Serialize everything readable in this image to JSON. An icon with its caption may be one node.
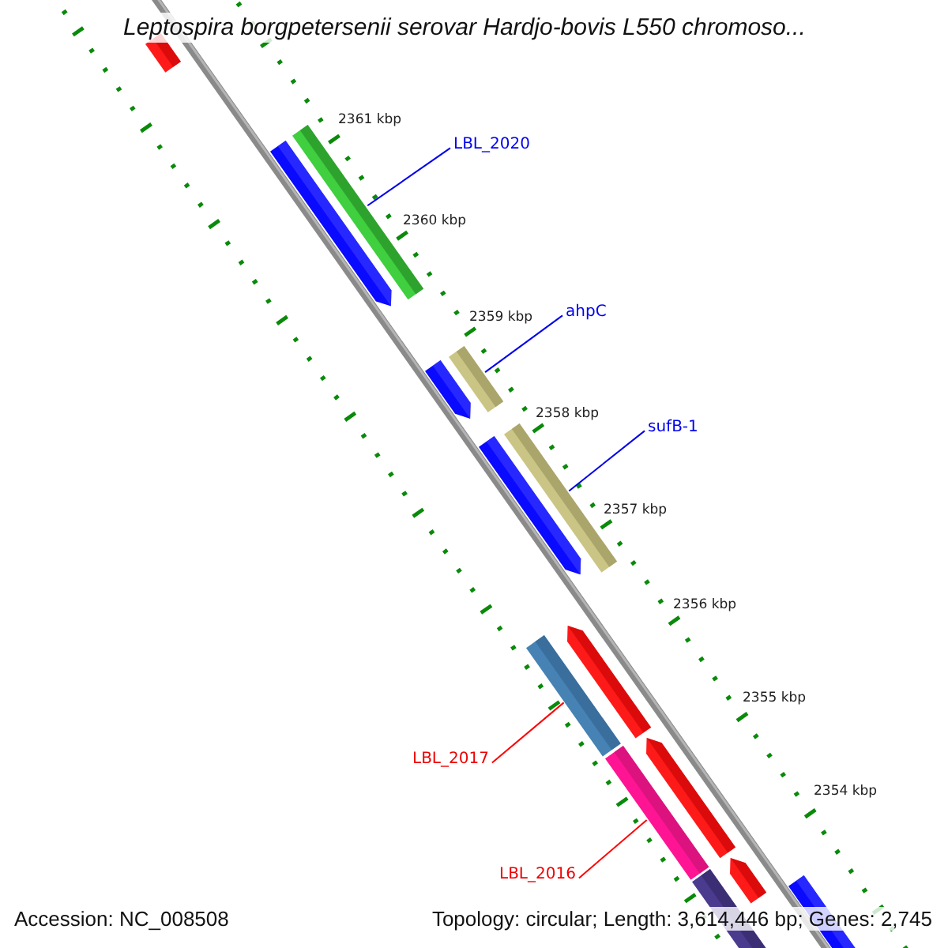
{
  "diagram": {
    "title": "Leptospira borgpetersenii serovar Hardjo-bovis L550 chromoso...",
    "nodes": [
      {
        "text": [],
        "shape": "bar"
      },
      {
        "text": [
          "LBL_2020"
        ]
      },
      {
        "text": [],
        "shape": "bar"
      },
      {
        "text": [],
        "shape": "arrow"
      },
      {
        "text": [
          "ahpC"
        ]
      },
      {
        "text": [],
        "shape": "bar"
      },
      {
        "text": [],
        "shape": "arrow"
      },
      {
        "text": [
          "sufB-1"
        ]
      },
      {
        "text": [],
        "shape": "bar"
      },
      {
        "text": [],
        "shape": "arrow"
      },
      {
        "text": [],
        "shape": "arrow"
      },
      {
        "text": [],
        "shape": "bar"
      },
      {
        "text": [
          "LBL_2017"
        ]
      },
      {
        "text": [],
        "shape": "arrow"
      },
      {
        "text": [],
        "shape": "bar"
      },
      {
        "text": [
          "LBL_2016"
        ]
      },
      {
        "text": [],
        "shape": "arrow"
      },
      {
        "text": [],
        "shape": "bar"
      },
      {
        "text": [],
        "shape": "arrow"
      }
    ],
    "edges": [
      {
        "from": 1,
        "to": 2,
        "arrow": "none"
      },
      {
        "from": 4,
        "to": 5,
        "arrow": "none"
      },
      {
        "from": 7,
        "to": 8,
        "arrow": "none"
      },
      {
        "from": 12,
        "to": 11,
        "arrow": "none",
        "color": "#ff0000"
      },
      {
        "from": 15,
        "to": 14,
        "arrow": "none",
        "color": "#ff0000"
      }
    ],
    "labels": [
      "2361 kbp",
      "2360 kbp",
      "2359 kbp",
      "2358 kbp",
      "2357 kbp",
      "2356 kbp",
      "2355 kbp",
      "2354 kbp",
      "Accession: NC_008508",
      "Topology: circular; Length: 3,614,446 bp; Genes: 2,745"
    ]
  }
}
